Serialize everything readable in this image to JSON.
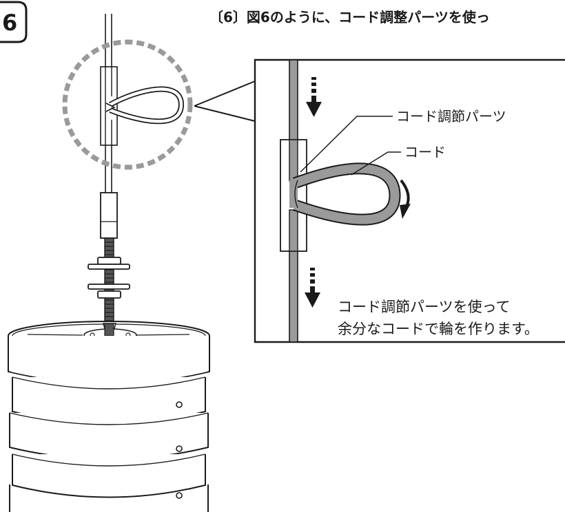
{
  "figure": {
    "number": "6",
    "step_title": "〔6〕図6のように、コード調整パーツを使っ",
    "labels": {
      "adjuster_part": "コード調節パーツ",
      "cord": "コード"
    },
    "description": [
      "コード調節パーツを使って",
      "余分なコードで輪を作ります。"
    ]
  },
  "colors": {
    "line": "#1a1a1a",
    "cord_gray": "#9a9a9a",
    "dashed_circle": "#9a9a9a"
  }
}
